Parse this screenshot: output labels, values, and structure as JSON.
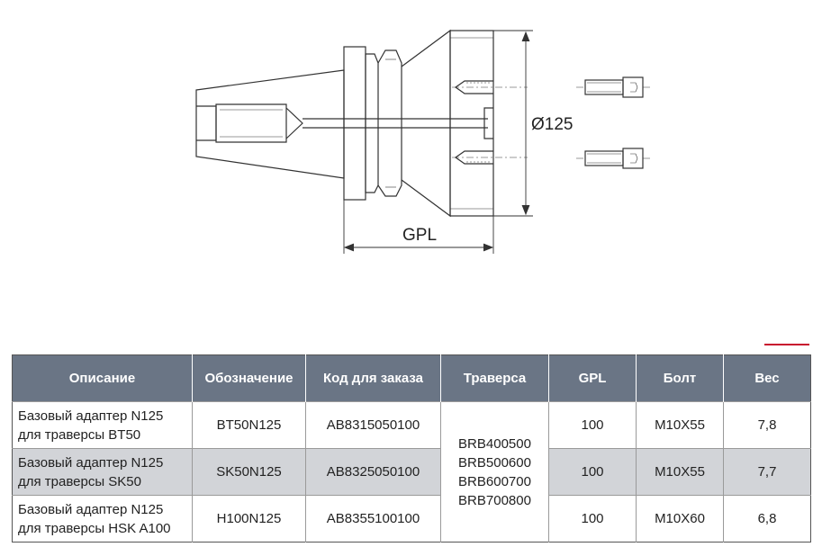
{
  "drawing": {
    "diameter_label": "Ø125",
    "gpl_label": "GPL"
  },
  "table": {
    "headers": [
      "Описание",
      "Обозначение",
      "Код для заказа",
      "Траверса",
      "GPL",
      "Болт",
      "Вес"
    ],
    "traverse": [
      "BRB400500",
      "BRB500600",
      "BRB600700",
      "BRB700800"
    ],
    "rows": [
      {
        "desc1": "Базовый адаптер N125",
        "desc2": "для траверсы BT50",
        "designation": "BT50N125",
        "order_code": "AB8315050100",
        "gpl": "100",
        "bolt": "M10X55",
        "weight": "7,8"
      },
      {
        "desc1": "Базовый адаптер N125",
        "desc2": "для траверсы SK50",
        "designation": "SK50N125",
        "order_code": "AB8325050100",
        "gpl": "100",
        "bolt": "M10X55",
        "weight": "7,7"
      },
      {
        "desc1": "Базовый адаптер N125",
        "desc2": "для траверсы HSK A100",
        "designation": "H100N125",
        "order_code": "AB8355100100",
        "gpl": "100",
        "bolt": "M10X60",
        "weight": "6,8"
      }
    ]
  },
  "colors": {
    "header_bg": "#6a7585",
    "row_shade": "#d2d4d8",
    "accent": "#c8102e"
  }
}
